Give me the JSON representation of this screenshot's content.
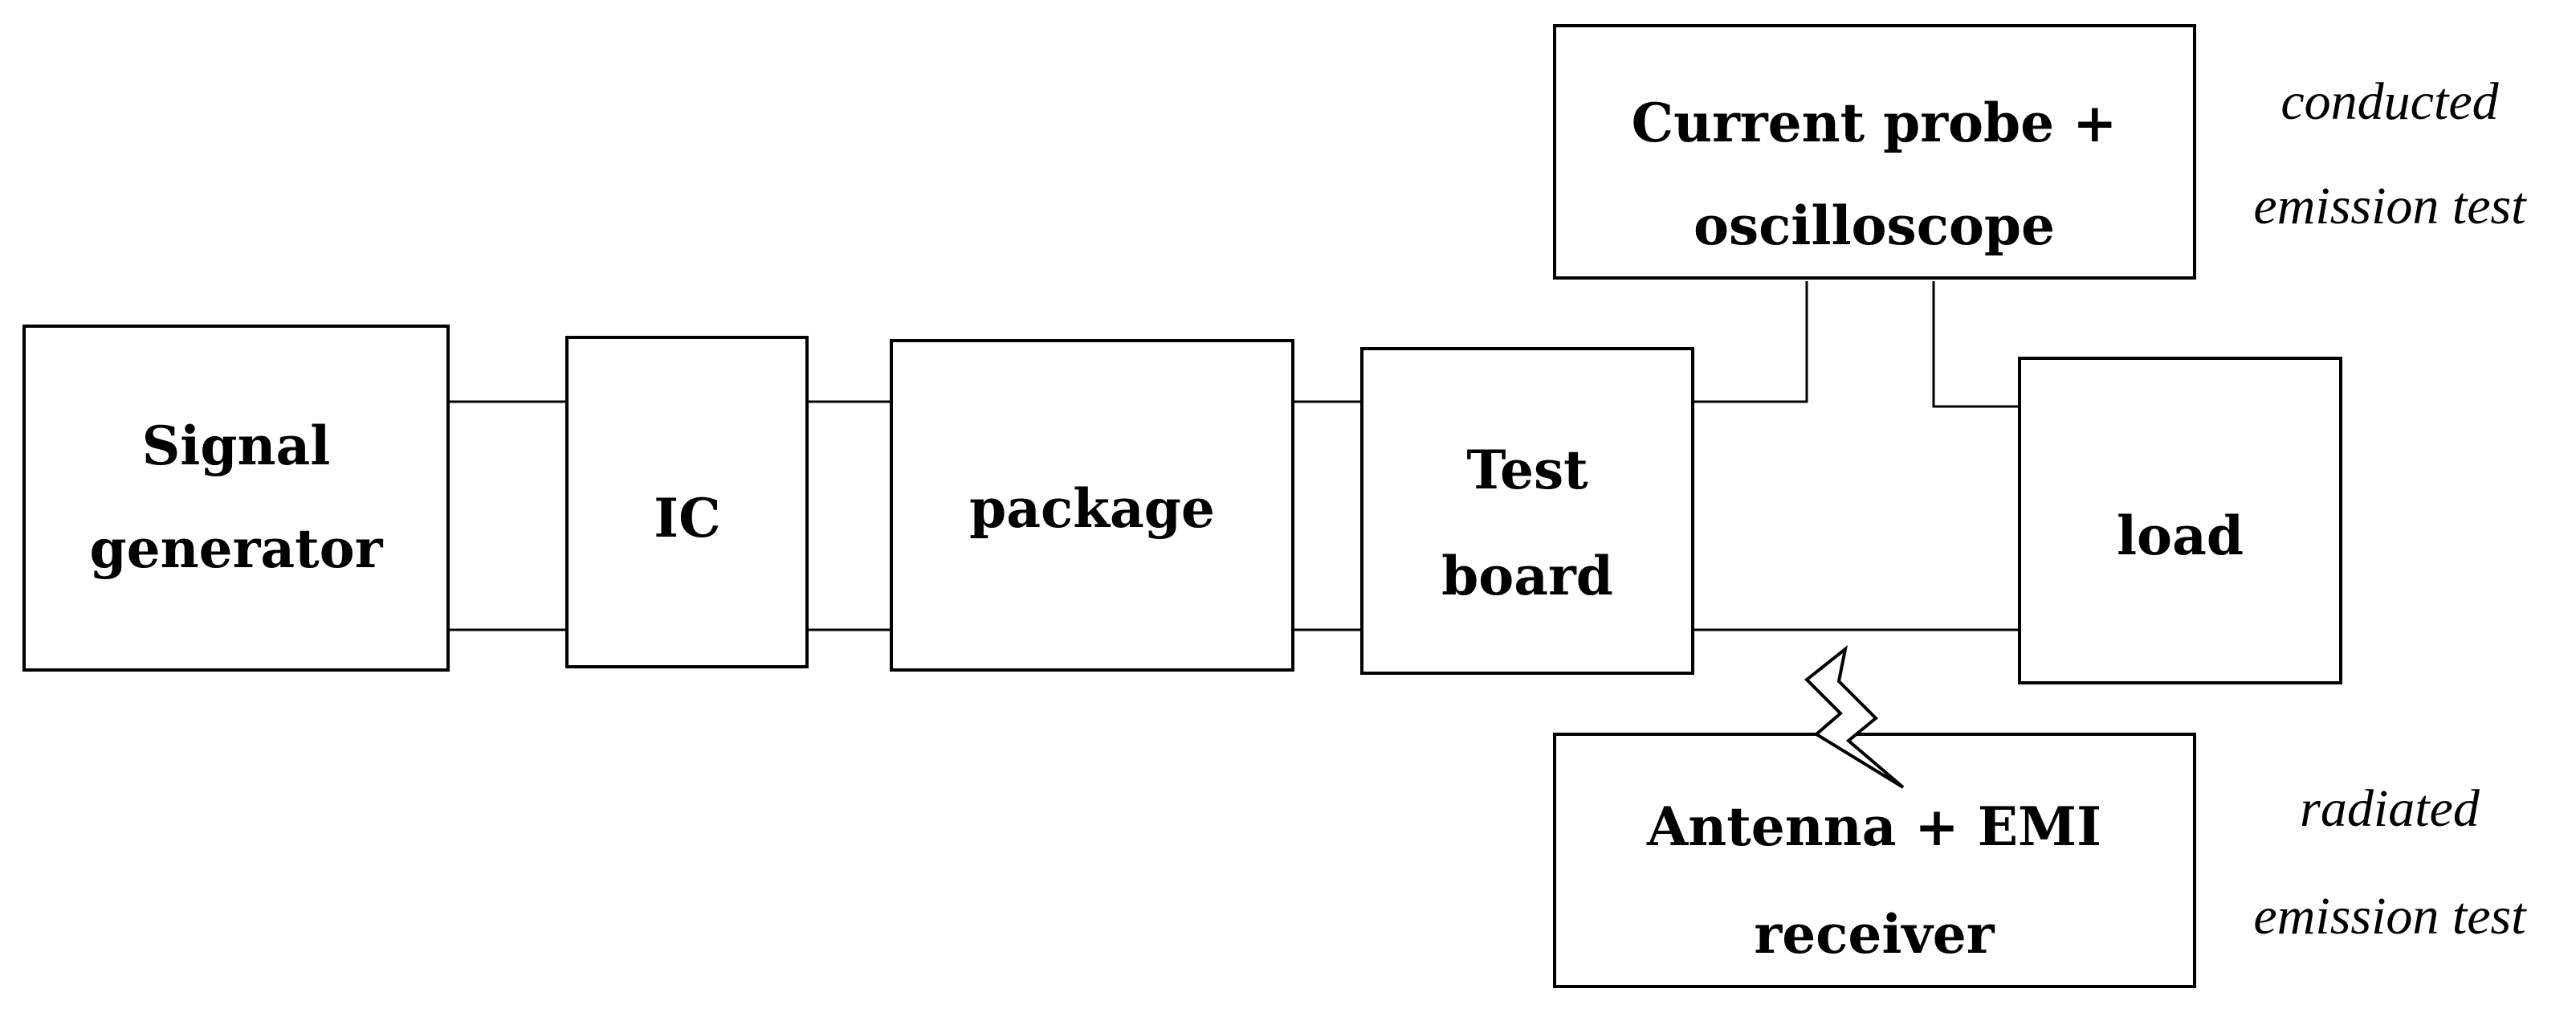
{
  "diagram": {
    "blocks": {
      "signal_generator": {
        "line1": "Signal",
        "line2": "generator"
      },
      "ic": {
        "text": "IC"
      },
      "package": {
        "text": "package"
      },
      "test_board": {
        "line1": "Test",
        "line2": "board"
      },
      "load": {
        "text": "load"
      },
      "current_probe": {
        "line1": "Current probe +",
        "line2": "oscilloscope"
      },
      "antenna": {
        "line1": "Antenna + EMI",
        "line2": "receiver"
      }
    },
    "notes": {
      "conducted": {
        "line1": "conducted",
        "line2": "emission test"
      },
      "radiated": {
        "line1": "radiated",
        "line2": "emission test"
      }
    }
  }
}
